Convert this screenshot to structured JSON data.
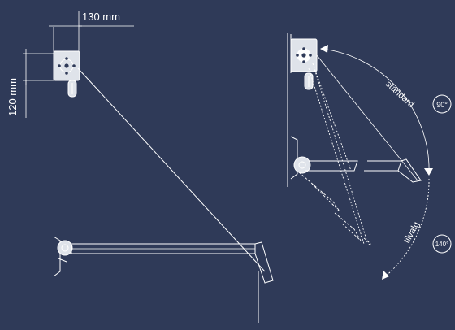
{
  "dimensions": {
    "width_label": "130 mm",
    "height_label": "120 mm"
  },
  "angles": {
    "standard_label": "standard",
    "standard_angle": "90°",
    "optional_label": "tilvalg",
    "optional_angle": "140°"
  },
  "colors": {
    "background": "#2f3a58",
    "line": "#ffffff",
    "part_fill": "#dfe3ea"
  }
}
